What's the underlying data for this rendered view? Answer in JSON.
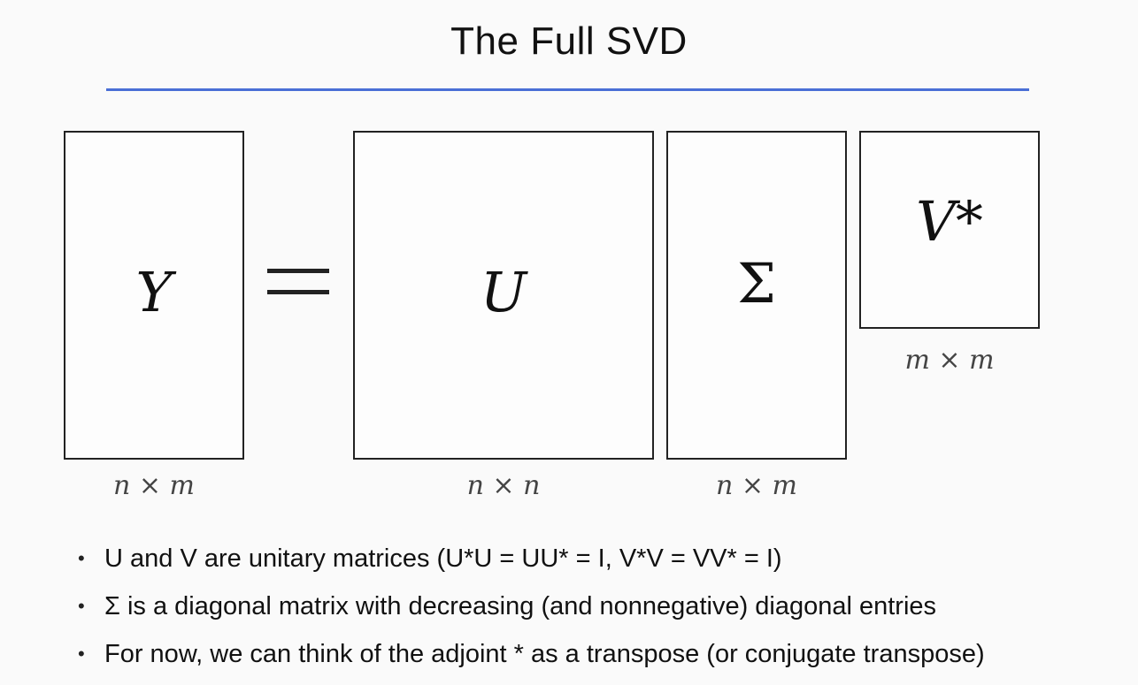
{
  "title": "The Full SVD",
  "colors": {
    "rule": "#4a6fd6",
    "box_border": "#222222"
  },
  "matrices": {
    "Y": {
      "symbol": "Y",
      "dims": "n × m"
    },
    "U": {
      "symbol": "U",
      "dims": "n × n"
    },
    "Sigma": {
      "symbol": "Σ",
      "dims": "n × m"
    },
    "Vstar": {
      "symbol": "V*",
      "dims": "m × m"
    }
  },
  "equals_icon": "equals-sign",
  "bullets": [
    "U and V are unitary matrices (U*U = UU* = I, V*V = VV* = I)",
    "Σ is a diagonal matrix with decreasing (and nonnegative) diagonal entries",
    "For now, we can think of the adjoint * as a transpose (or conjugate transpose)"
  ],
  "bullet_glyph": "•"
}
